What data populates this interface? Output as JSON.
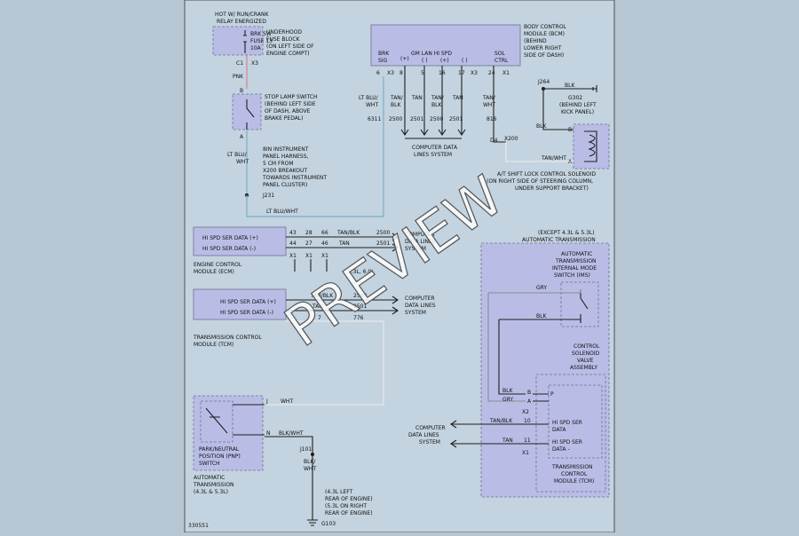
{
  "footer_code": "330551",
  "watermark": "PREVIEW",
  "fuse": {
    "header": [
      "HOT W/ RUN/CRANK",
      "RELAY ENERGIZED"
    ],
    "name": "BRK SW",
    "fuse_id": "FUSE 13",
    "rating": "10A",
    "block": [
      "UNDERHOOD",
      "FUSE BLOCK",
      "(ON LEFT SIDE OF",
      "ENGINE COMPT)"
    ],
    "pin_c1": "C1",
    "pin_x3": "X3",
    "wire": "PNK"
  },
  "stop_lamp": {
    "label": [
      "STOP LAMP SWITCH",
      "(BEHIND LEFT SIDE",
      "OF DASH, ABOVE",
      "BRAKE PEDAL)"
    ],
    "pin_b": "B",
    "pin_a": "A",
    "wire": [
      "LT BLU/",
      "WHT"
    ],
    "note": [
      "8IN INSTRUMENT",
      "PANEL HARNESS,",
      "5 CM FROM",
      "X200 BREAKOUT",
      "TOWARDS INSTRUMENT",
      "PANEL CLUSTER)"
    ],
    "splice": "J231",
    "wire_h": "LT BLU/WHT"
  },
  "bcm": {
    "label": [
      "BODY CONTROL",
      "MODULE (BCM)",
      "(BEHIND",
      "LOWER RIGHT",
      "SIDE OF DASH)"
    ],
    "inputs": [
      {
        "name": [
          "BRK",
          "SIG"
        ],
        "pin": "6",
        "conn": "X3"
      },
      {
        "name": [
          "(+)"
        ],
        "pin": "8",
        "conn": ""
      },
      {
        "name": [
          "GM LAN HI SPD"
        ],
        "pin": "",
        "conn": ""
      },
      {
        "name": [
          "( )"
        ],
        "pin": "5",
        "conn": ""
      },
      {
        "name": [
          "(+)"
        ],
        "pin": "16",
        "conn": ""
      },
      {
        "name": [
          "( )"
        ],
        "pin": "17",
        "conn": "X3"
      },
      {
        "name": [
          "SOL",
          "CTRL"
        ],
        "pin": "24",
        "conn": "X1"
      }
    ],
    "wires": [
      {
        "color": [
          "LT BLU/",
          "WHT"
        ],
        "circuit": "6311"
      },
      {
        "color": [
          "TAN/",
          "BLK"
        ],
        "circuit": "2500"
      },
      {
        "color": [
          "TAN"
        ],
        "circuit": "2501"
      },
      {
        "color": [
          "TAN/",
          "BLK"
        ],
        "circuit": "2500"
      },
      {
        "color": [
          "TAN"
        ],
        "circuit": "2501"
      },
      {
        "color": [
          "TAN/",
          "WHT"
        ],
        "circuit": "816"
      }
    ],
    "data_lines": [
      "COMPUTER DATA",
      "LINES SYSTEM"
    ]
  },
  "shift_lock": {
    "splice": "J264",
    "wire_blk": "BLK",
    "ground": [
      "G302",
      "(BEHIND LEFT",
      "KICK PANEL)"
    ],
    "pin_b": "B",
    "pin_a": "A",
    "conn_d": "D4",
    "conn_x": "X200",
    "wire_tanwht": "TAN/WHT",
    "label": [
      "A/T SHIFT LOCK CONTROL SOLENOID",
      "(ON RIGHT SIDE OF STEERING COLUMN,",
      "UNDER SUPPORT BRACKET)"
    ]
  },
  "ecm": {
    "rows": [
      {
        "name": "HI SPD SER DATA (+)",
        "pin": "43",
        "p2": "28",
        "p3": "66",
        "color": "TAN/BLK",
        "circuit": "2500"
      },
      {
        "name": "HI SPD SER DATA (-)",
        "pin": "44",
        "p2": "27",
        "p3": "46",
        "color": "TAN",
        "circuit": "2501"
      }
    ],
    "conns": [
      "X1",
      "X1",
      "X1"
    ],
    "variant": "5.3L, 6.0L",
    "label": [
      "ENGINE CONTROL",
      "MODULE (ECM)"
    ],
    "data_lines": [
      "COMPUTER",
      "DATA LINES",
      "SYSTEM"
    ]
  },
  "tcm": {
    "rows": [
      {
        "name": "HI SPD SER DATA (+)",
        "color": "TAN/BLK",
        "circuit": "2500"
      },
      {
        "name": "HI SPD SER DATA (-)",
        "color": "TAN",
        "circuit": "2501"
      }
    ],
    "extra_pin": "7",
    "extra_circuit": "776",
    "label": [
      "TRANSMISSION CONTROL",
      "MODULE (TCM)"
    ],
    "data_lines": [
      "COMPUTER",
      "DATA LINES",
      "SYSTEM"
    ]
  },
  "trans": {
    "header": [
      "(EXCEPT 4.3L & 5.3L)",
      "AUTOMATIC TRANSMISSION"
    ],
    "ims": [
      "AUTOMATIC",
      "TRANSMISSION",
      "INTERNAL MODE",
      "SWITCH (IMS)"
    ],
    "valve": [
      "CONTROL",
      "SOLENOID",
      "VALVE",
      "ASSEMBLY"
    ],
    "wire_gry": "GRY",
    "wire_blk": "BLK",
    "blk_pin": "B",
    "gry_pin": "A",
    "conn_x2": "X2",
    "p_label": "P",
    "tanblk": "TAN/BLK",
    "tanblk_pin": "10",
    "tan": "TAN",
    "tan_pin": "11",
    "conn_x1": "X1",
    "tcm_data_pos": [
      "HI SPD SER",
      "DATA"
    ],
    "tcm_data_neg": [
      "HI SPD SER",
      "DATA -"
    ],
    "tcm_label": [
      "TRANSMISSION",
      "CONTROL",
      "MODULE (TCM)"
    ],
    "data_lines": [
      "COMPUTER",
      "DATA LINES",
      "SYSTEM"
    ]
  },
  "pnp": {
    "pin_j": "J",
    "wire_wht": "WHT",
    "pin_n": "N",
    "wire_blkwht": "BLK/WHT",
    "label": [
      "PARK/NEUTRAL",
      "POSITION (PNP)",
      "SWITCH"
    ],
    "sub": [
      "AUTOMATIC",
      "TRANSMISSION",
      "(4.3L & 5.3L)"
    ],
    "splice": "J101",
    "wire_v": [
      "BLK/",
      "WHT"
    ],
    "ground_note": [
      "(4.3L LEFT",
      "REAR OF ENGINE)",
      "(5.3L ON RIGHT",
      "REAR OF ENGINE)"
    ],
    "ground": "G103"
  }
}
